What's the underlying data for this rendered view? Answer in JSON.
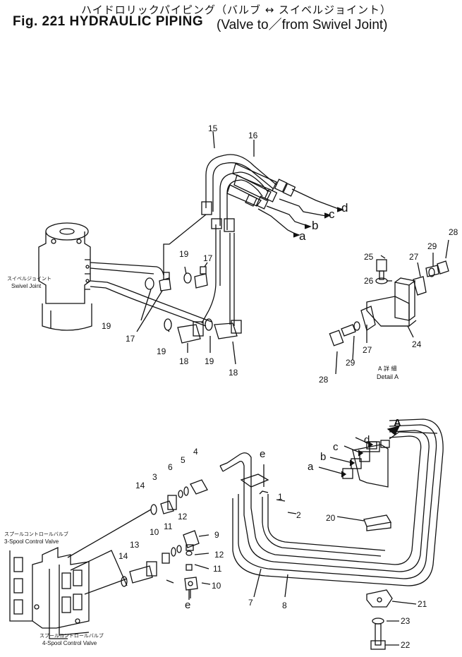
{
  "title": {
    "japanese": "ハイドロリックパイピング（バルブ ↔ スイベルジョイント）",
    "fig": "Fig. 221 HYDRAULIC PIPING",
    "subtitle": "(Valve to／from Swivel Joint)"
  },
  "labels": {
    "swivel_jp": "スイベルジョイント",
    "swivel_en": "Swivel Joint",
    "detail_jp": "A 詳 細",
    "detail_en": "Detail A",
    "spool3_jp": "スプールコントロールバルブ",
    "spool3_en": "3-Spool Control Valve",
    "spool4_jp": "スプールコントロールバルブ",
    "spool4_en": "4-Spool Control Valve",
    "arrow_A": "A"
  },
  "part_numbers": {
    "n1": "1",
    "n2": "2",
    "n3": "3",
    "n4": "4",
    "n5": "5",
    "n6": "6",
    "n7": "7",
    "n8": "8",
    "n9": "9",
    "n10": "10",
    "n11": "11",
    "n11b": "11",
    "n12": "12",
    "n12b": "12",
    "n13": "13",
    "n14": "14",
    "n14b": "14",
    "n15": "15",
    "n16": "16",
    "n17": "17",
    "n17b": "17",
    "n18": "18",
    "n18b": "18",
    "n19": "19",
    "n19b": "19",
    "n19c": "19",
    "n19d": "19",
    "n20": "20",
    "n21": "21",
    "n22": "22",
    "n23": "23",
    "n24": "24",
    "n25": "25",
    "n26": "26",
    "n27": "27",
    "n27b": "27",
    "n28": "28",
    "n28b": "28",
    "n29": "29",
    "n29b": "29"
  },
  "port_letters": {
    "a_top": "a",
    "b_top": "b",
    "c_top": "c",
    "d_top": "d",
    "a_bot": "a",
    "b_bot": "b",
    "c_bot": "c",
    "d_bot": "d",
    "e_mid": "e",
    "e_bot": "e"
  }
}
